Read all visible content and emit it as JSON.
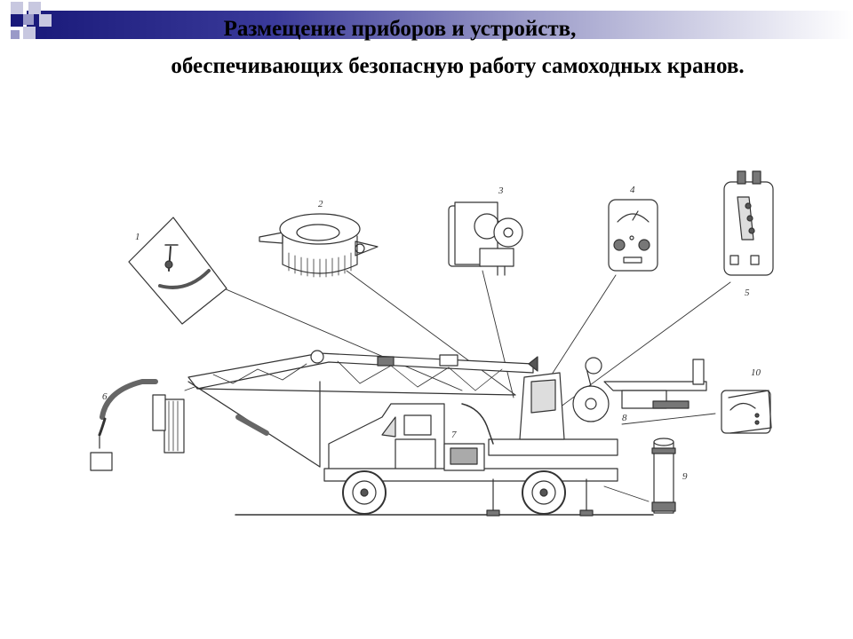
{
  "slide": {
    "title_line1": "Размещение приборов и устройств,",
    "title_line2": "обеспечивающих безопасную работу самоходных кранов."
  },
  "colors": {
    "band_dark": "#1a1a7a",
    "band_light": "#ffffff",
    "line": "#333333"
  },
  "diagram": {
    "callouts": [
      "1",
      "2",
      "3",
      "4",
      "5",
      "6",
      "7",
      "8",
      "9",
      "10"
    ]
  }
}
